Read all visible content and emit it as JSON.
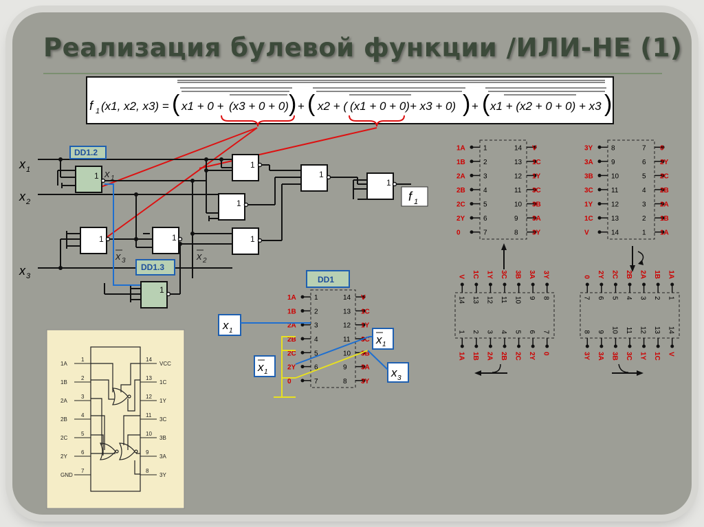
{
  "title": "Реализация булевой функции /ИЛИ-НЕ (1)",
  "formula": {
    "lhs": "f",
    "lhs_sub": "1",
    "args": "(x1, x2, x3) =",
    "term1_a": "x1 + 0 +",
    "term1_b": "(x3 + 0 + 0)",
    "plus1": "+",
    "term2_a": "x2 + (",
    "term2_b": "(x1 + 0 + 0)",
    "term2_c": "+ x3 + 0)",
    "plus2": "+",
    "term3_a": "x1 + (x2 + 0 + 0) + x3",
    "one": "1",
    "zero": "0"
  },
  "circuit": {
    "inputs": [
      "x",
      "x",
      "x"
    ],
    "input_subs": [
      "1",
      "2",
      "3"
    ],
    "output": "f",
    "output_sub": "1",
    "dd12": "DD1.2",
    "dd13": "DD1.3",
    "gate_sym": "1",
    "inv_labels": [
      "x",
      "x",
      "x"
    ],
    "inv_subs": [
      "1",
      "3",
      "2"
    ]
  },
  "chip_dd1": {
    "name": "DD1",
    "left_labels": [
      "1A",
      "1B",
      "2A",
      "2B",
      "2C",
      "2Y",
      "0"
    ],
    "left_nums": [
      "1",
      "2",
      "3",
      "4",
      "5",
      "6",
      "7"
    ],
    "right_labels": [
      "V",
      "1C",
      "1Y",
      "3C",
      "3B",
      "3A",
      "3Y"
    ],
    "right_nums": [
      "14",
      "13",
      "12",
      "11",
      "10",
      "9",
      "8"
    ],
    "ext_x1": "x",
    "ext_x1_sub": "1",
    "ext_x1bar": "x",
    "ext_x1bar_sub": "1",
    "ext_x1bar2": "x",
    "ext_x1bar2_sub": "1",
    "ext_x3": "x",
    "ext_x3_sub": "3"
  },
  "chip_top_left": {
    "left_labels": [
      "1A",
      "1B",
      "2A",
      "2B",
      "2C",
      "2Y",
      "0"
    ],
    "left_nums": [
      "1",
      "2",
      "3",
      "4",
      "5",
      "6",
      "7"
    ],
    "right_labels": [
      "V",
      "1C",
      "1Y",
      "3C",
      "3B",
      "3A",
      "3Y"
    ],
    "right_nums": [
      "14",
      "13",
      "12",
      "11",
      "10",
      "9",
      "8"
    ]
  },
  "chip_top_right": {
    "left_labels": [
      "3Y",
      "3A",
      "3B",
      "3C",
      "1Y",
      "1C",
      "V"
    ],
    "left_nums": [
      "8",
      "9",
      "10",
      "11",
      "12",
      "13",
      "14"
    ],
    "right_labels": [
      "0",
      "2Y",
      "2C",
      "2B",
      "2A",
      "1B",
      "1A"
    ],
    "right_nums": [
      "7",
      "6",
      "5",
      "4",
      "3",
      "2",
      "1"
    ]
  },
  "chip_bottom_left": {
    "top_labels": [
      "V",
      "1C",
      "1Y",
      "3C",
      "3B",
      "3A",
      "3Y"
    ],
    "top_nums": [
      "14",
      "13",
      "12",
      "11",
      "10",
      "9",
      "8"
    ],
    "bottom_nums": [
      "1",
      "2",
      "3",
      "4",
      "5",
      "6",
      "7"
    ],
    "bottom_labels": [
      "1A",
      "1B",
      "2A",
      "2B",
      "2C",
      "2Y",
      "0"
    ]
  },
  "chip_bottom_right": {
    "top_labels": [
      "0",
      "2Y",
      "2C",
      "2B",
      "2A",
      "1B",
      "1A"
    ],
    "top_nums": [
      "7",
      "6",
      "5",
      "4",
      "3",
      "2",
      "1"
    ],
    "bottom_nums": [
      "8",
      "9",
      "10",
      "11",
      "12",
      "13",
      "14"
    ],
    "bottom_labels": [
      "3Y",
      "3A",
      "3B",
      "3C",
      "1Y",
      "1C",
      "V"
    ]
  },
  "datasheet": {
    "left_labels": [
      "1A",
      "1B",
      "2A",
      "2B",
      "2C",
      "2Y",
      "GND"
    ],
    "left_nums": [
      "1",
      "2",
      "3",
      "4",
      "5",
      "6",
      "7"
    ],
    "right_labels": [
      "VCC",
      "1C",
      "1Y",
      "3C",
      "3B",
      "3A",
      "3Y"
    ],
    "right_nums": [
      "14",
      "13",
      "12",
      "11",
      "10",
      "9",
      "8"
    ]
  }
}
